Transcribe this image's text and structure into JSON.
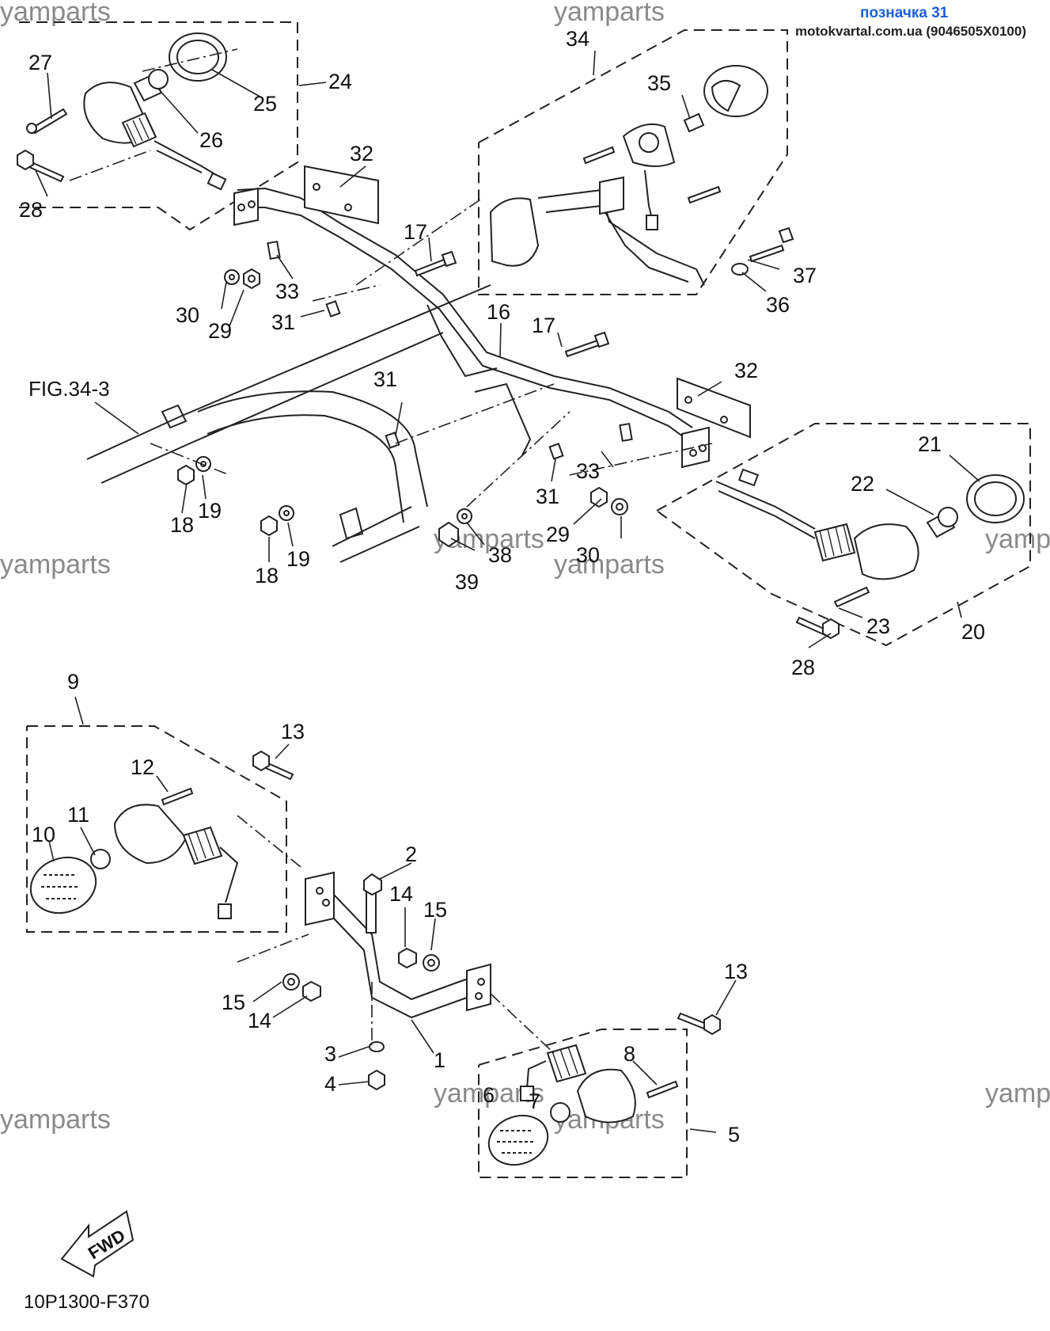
{
  "header": {
    "tag": "позначка 31",
    "site": "motokvartal.com.ua (9046505X0100)"
  },
  "watermark": "yamparts",
  "figure_ref": "FIG.34-3",
  "drawing_code": "10P1300-F370",
  "fwd_label": "FWD",
  "callouts": {
    "c1": "1",
    "c2": "2",
    "c3": "3",
    "c4": "4",
    "c5": "5",
    "c6": "6",
    "c7": "7",
    "c8": "8",
    "c9": "9",
    "c10": "10",
    "c11": "11",
    "c12": "12",
    "c13a": "13",
    "c13b": "13",
    "c14a": "14",
    "c14b": "14",
    "c15a": "15",
    "c15b": "15",
    "c16": "16",
    "c17a": "17",
    "c17b": "17",
    "c18a": "18",
    "c18b": "18",
    "c19a": "19",
    "c19b": "19",
    "c20": "20",
    "c21": "21",
    "c22": "22",
    "c23": "23",
    "c24": "24",
    "c25": "25",
    "c26": "26",
    "c27": "27",
    "c28a": "28",
    "c28b": "28",
    "c29a": "29",
    "c29b": "29",
    "c30a": "30",
    "c30b": "30",
    "c31a": "31",
    "c31b": "31",
    "c31c": "31",
    "c32a": "32",
    "c32b": "32",
    "c33a": "33",
    "c33b": "33",
    "c34": "34",
    "c35": "35",
    "c36": "36",
    "c37": "37",
    "c38": "38",
    "c39": "39"
  }
}
